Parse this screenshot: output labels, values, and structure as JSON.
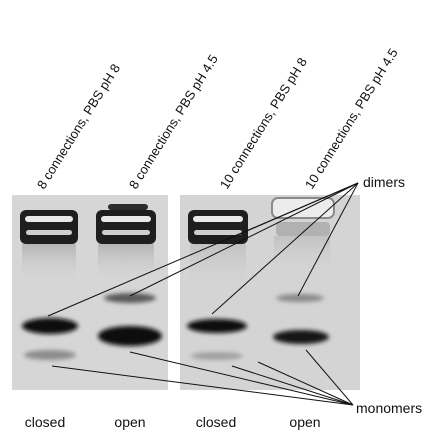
{
  "lanes": [
    {
      "title": "8 connections, PBS pH 8",
      "caption": "closed"
    },
    {
      "title": "8 connections, PBS pH 4.5",
      "caption": "open"
    },
    {
      "title": "10 connections, PBS pH 8",
      "caption": "closed"
    },
    {
      "title": "10 connections, PBS pH 4.5",
      "caption": "open"
    }
  ],
  "labels": {
    "dimers": "dimers",
    "monomers": "monomers"
  },
  "colors": {
    "gel_left": "#d6d6d6",
    "gel_right": "#d4d4d4",
    "band": "#0a0a0a",
    "line": "#111111"
  }
}
